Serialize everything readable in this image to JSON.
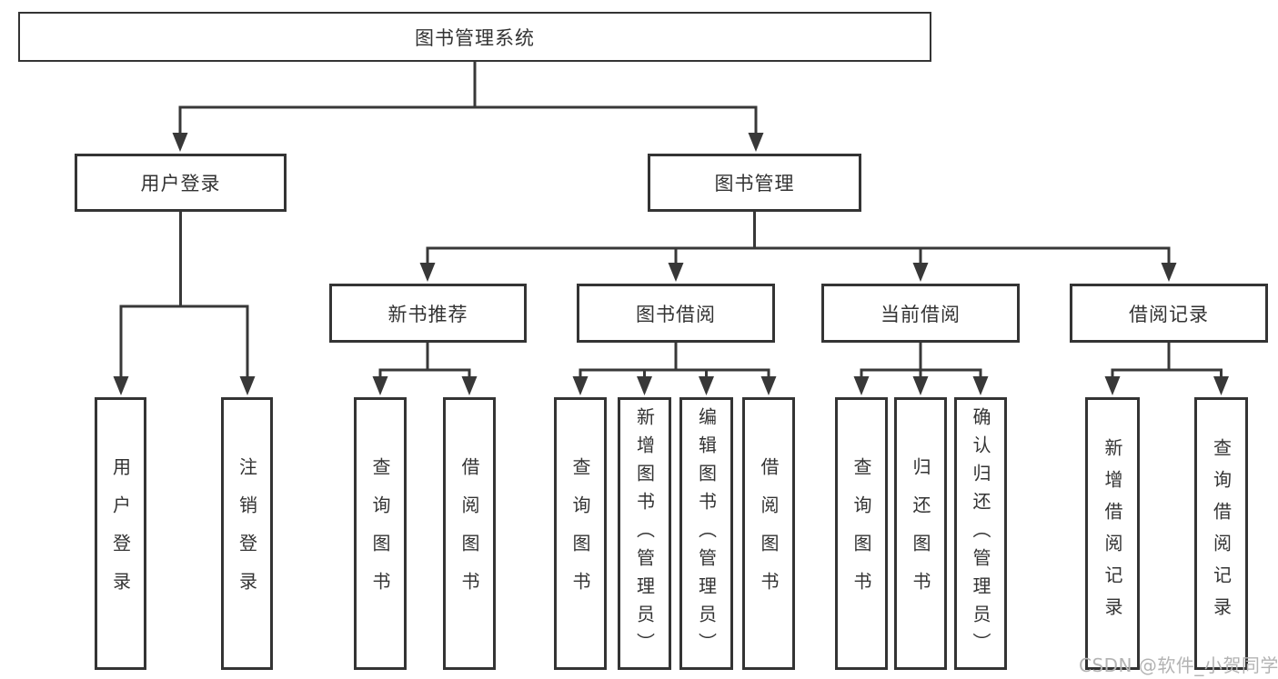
{
  "colors": {
    "background": "#ffffff",
    "line": "#383838",
    "box_border": "#343434",
    "box_fill": "#ffffff",
    "label_text": "#333333",
    "watermark_text": "#b3b3b3"
  },
  "diagram": {
    "root": {
      "label": "图书管理系统"
    },
    "level2": [
      {
        "id": "user-login",
        "label": "用户登录",
        "parent": "root"
      },
      {
        "id": "book-management",
        "label": "图书管理",
        "parent": "root"
      }
    ],
    "level3": [
      {
        "id": "new-book-recommend",
        "label": "新书推荐",
        "parent": "book-management"
      },
      {
        "id": "book-borrow",
        "label": "图书借阅",
        "parent": "book-management"
      },
      {
        "id": "current-borrow",
        "label": "当前借阅",
        "parent": "book-management"
      },
      {
        "id": "borrow-records",
        "label": "借阅记录",
        "parent": "book-management"
      }
    ],
    "leaves": [
      {
        "label": "用户登录",
        "parent": "user-login"
      },
      {
        "label": "注销登录",
        "parent": "user-login"
      },
      {
        "label": "查询图书",
        "parent": "new-book-recommend"
      },
      {
        "label": "借阅图书",
        "parent": "new-book-recommend"
      },
      {
        "label": "查询图书",
        "parent": "book-borrow"
      },
      {
        "label": "新增图书（管理员）",
        "parent": "book-borrow"
      },
      {
        "label": "编辑图书（管理员）",
        "parent": "book-borrow"
      },
      {
        "label": "借阅图书",
        "parent": "book-borrow"
      },
      {
        "label": "查询图书",
        "parent": "current-borrow"
      },
      {
        "label": "归还图书",
        "parent": "current-borrow"
      },
      {
        "label": "确认归还（管理员）",
        "parent": "current-borrow"
      },
      {
        "label": "新增借阅记录",
        "parent": "borrow-records"
      },
      {
        "label": "查询借阅记录",
        "parent": "borrow-records"
      }
    ]
  },
  "watermark": {
    "text": "CSDN @软件_小贺同学"
  }
}
